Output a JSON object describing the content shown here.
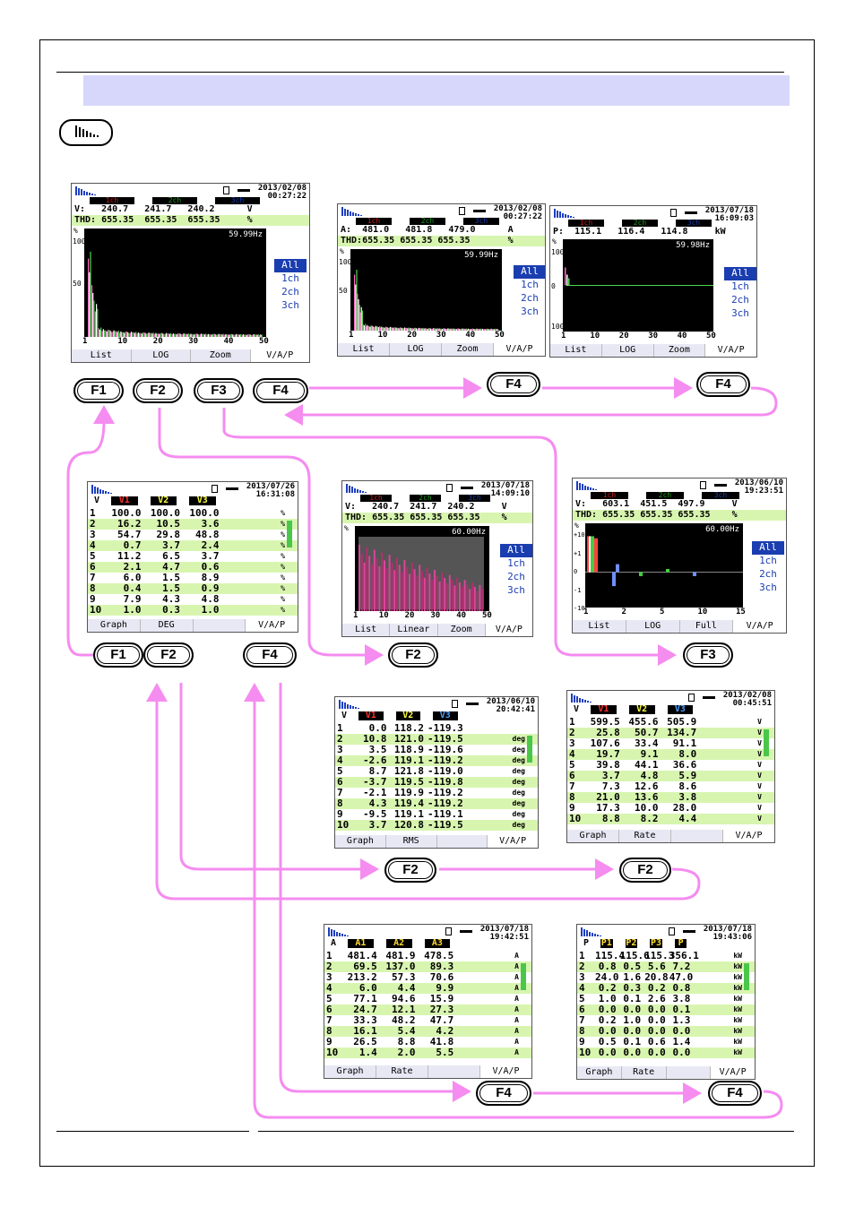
{
  "colors": {
    "arrow": "#f58cf0",
    "band": "#d7d7fb",
    "selected": "#1a3db0",
    "rowgreen": "#d8f5b0"
  },
  "icons": {
    "mode": "harmonics-icon",
    "logo": "harmonics-logo-icon",
    "battery": "battery-icon",
    "plug": "power-plug-icon"
  },
  "buttons": {
    "f1": "F1",
    "f2": "F2",
    "f3": "F3",
    "f4": "F4"
  },
  "selector": [
    "All",
    "1ch",
    "2ch",
    "3ch"
  ],
  "screens": {
    "graph_v": {
      "date": "2013/02/08",
      "time": "00:27:22",
      "channels": [
        "1ch",
        "2ch",
        "3ch"
      ],
      "row1": "V:   240.7   241.7   240.2      V",
      "row2": "THD: 655.35  655.35  655.35     %",
      "freq": "59.99Hz",
      "ymax": "100",
      "ymid": "50",
      "unit": "%",
      "xticks": [
        "1",
        "10",
        "20",
        "30",
        "40",
        "50"
      ],
      "fkeys": [
        "List",
        "LOG",
        "Zoom",
        "V/A/P"
      ]
    },
    "graph_a": {
      "date": "2013/02/08",
      "time": "00:27:22",
      "channels": [
        "1ch",
        "2ch",
        "3ch"
      ],
      "row1": "A:  481.0   481.8   479.0      A",
      "row2": "THD:655.35 655.35 655.35       %",
      "freq": "59.99Hz",
      "ymax": "100",
      "ymid": "50",
      "unit": "%",
      "xticks": [
        "1",
        "10",
        "20",
        "30",
        "40",
        "50"
      ],
      "fkeys": [
        "List",
        "LOG",
        "Zoom",
        "V/A/P"
      ]
    },
    "graph_p": {
      "date": "2013/07/18",
      "time": "16:09:03",
      "channels": [
        "1ch",
        "2ch",
        "3ch"
      ],
      "row1": "P:  115.1   116.4   114.8     kW",
      "freq": "59.98Hz",
      "ymax": "100",
      "ymid": "0",
      "ymin": "100",
      "unit": "%",
      "xticks": [
        "1",
        "10",
        "20",
        "30",
        "40",
        "50"
      ],
      "fkeys": [
        "List",
        "LOG",
        "Zoom",
        "V/A/P"
      ]
    },
    "list_v": {
      "date": "2013/07/26",
      "time": "16:31:08",
      "head": [
        "V",
        "V1",
        "V2",
        "V3"
      ],
      "rows": [
        [
          "1",
          "100.0",
          "100.0",
          "100.0",
          "%"
        ],
        [
          "2",
          "16.2",
          "10.5",
          "3.6",
          "%"
        ],
        [
          "3",
          "54.7",
          "29.8",
          "48.8",
          "%"
        ],
        [
          "4",
          "0.7",
          "3.7",
          "2.4",
          "%"
        ],
        [
          "5",
          "11.2",
          "6.5",
          "3.7",
          "%"
        ],
        [
          "6",
          "2.1",
          "4.7",
          "0.6",
          "%"
        ],
        [
          "7",
          "6.0",
          "1.5",
          "8.9",
          "%"
        ],
        [
          "8",
          "0.4",
          "1.5",
          "0.9",
          "%"
        ],
        [
          "9",
          "7.9",
          "4.3",
          "4.8",
          "%"
        ],
        [
          "10",
          "1.0",
          "0.3",
          "1.0",
          "%"
        ]
      ],
      "fkeys": [
        "Graph",
        "DEG",
        "",
        "V/A/P"
      ]
    },
    "log_v": {
      "date": "2013/07/18",
      "time": "14:09:10",
      "channels": [
        "1ch",
        "2ch",
        "3ch"
      ],
      "row1": "V:   240.7  241.7  240.2     V",
      "row2": "THD: 655.35 655.35 655.35    %",
      "freq": "60.00Hz",
      "unit": "%",
      "xticks": [
        "1",
        "10",
        "20",
        "30",
        "40",
        "50"
      ],
      "fkeys": [
        "List",
        "Linear",
        "Zoom",
        "V/A/P"
      ]
    },
    "zoom_v": {
      "date": "2013/06/10",
      "time": "19:23:51",
      "channels": [
        "1ch",
        "2ch",
        "3ch"
      ],
      "row1": "V:   603.1  451.5  497.9     V",
      "row2": "THD: 655.35 655.35 655.35    %",
      "freq": "60.00Hz",
      "unit": "%",
      "yticks": [
        "+10",
        "+1",
        "0",
        "-1",
        "-10"
      ],
      "xticks": [
        "1",
        "2",
        "5",
        "10",
        "15"
      ],
      "fkeys": [
        "List",
        "LOG",
        "Full",
        "V/A/P"
      ]
    },
    "deg_v": {
      "date": "2013/06/10",
      "time": "20:42:41",
      "head": [
        "V",
        "V1",
        "V2",
        "V3"
      ],
      "rows": [
        [
          "1",
          "0.0",
          "118.2",
          "-119.3",
          ""
        ],
        [
          "2",
          "10.8",
          "121.0",
          "-119.5",
          "deg"
        ],
        [
          "3",
          "3.5",
          "118.9",
          "-119.6",
          "deg"
        ],
        [
          "4",
          "-2.6",
          "119.1",
          "-119.2",
          "deg"
        ],
        [
          "5",
          "8.7",
          "121.8",
          "-119.0",
          "deg"
        ],
        [
          "6",
          "-3.7",
          "119.5",
          "-119.8",
          "deg"
        ],
        [
          "7",
          "-2.1",
          "119.9",
          "-119.2",
          "deg"
        ],
        [
          "8",
          "4.3",
          "119.4",
          "-119.2",
          "deg"
        ],
        [
          "9",
          "-9.5",
          "119.1",
          "-119.1",
          "deg"
        ],
        [
          "10",
          "3.7",
          "120.8",
          "-119.5",
          "deg"
        ]
      ],
      "fkeys": [
        "Graph",
        "RMS",
        "",
        "V/A/P"
      ]
    },
    "rms_v": {
      "date": "2013/02/08",
      "time": "00:45:51",
      "head": [
        "V",
        "V1",
        "V2",
        "V3"
      ],
      "rows": [
        [
          "1",
          "599.5",
          "455.6",
          "505.9",
          "V"
        ],
        [
          "2",
          "25.8",
          "50.7",
          "134.7",
          "V"
        ],
        [
          "3",
          "107.6",
          "33.4",
          "91.1",
          "V"
        ],
        [
          "4",
          "19.7",
          "9.1",
          "8.0",
          "V"
        ],
        [
          "5",
          "39.8",
          "44.1",
          "36.6",
          "V"
        ],
        [
          "6",
          "3.7",
          "4.8",
          "5.9",
          "V"
        ],
        [
          "7",
          "7.3",
          "12.6",
          "8.6",
          "V"
        ],
        [
          "8",
          "21.0",
          "13.6",
          "3.8",
          "V"
        ],
        [
          "9",
          "17.3",
          "10.0",
          "28.0",
          "V"
        ],
        [
          "10",
          "8.8",
          "8.2",
          "4.4",
          "V"
        ]
      ],
      "fkeys": [
        "Graph",
        "Rate",
        "",
        "V/A/P"
      ]
    },
    "list_a": {
      "date": "2013/07/18",
      "time": "19:42:51",
      "head": [
        "A",
        "A1",
        "A2",
        "A3"
      ],
      "rows": [
        [
          "1",
          "481.4",
          "481.9",
          "478.5",
          "A"
        ],
        [
          "2",
          "69.5",
          "137.0",
          "89.3",
          "A"
        ],
        [
          "3",
          "213.2",
          "57.3",
          "70.6",
          "A"
        ],
        [
          "4",
          "6.0",
          "4.4",
          "9.9",
          "A"
        ],
        [
          "5",
          "77.1",
          "94.6",
          "15.9",
          "A"
        ],
        [
          "6",
          "24.7",
          "12.1",
          "27.3",
          "A"
        ],
        [
          "7",
          "33.3",
          "48.2",
          "47.7",
          "A"
        ],
        [
          "8",
          "16.1",
          "5.4",
          "4.2",
          "A"
        ],
        [
          "9",
          "26.5",
          "8.8",
          "41.8",
          "A"
        ],
        [
          "10",
          "1.4",
          "2.0",
          "5.5",
          "A"
        ]
      ],
      "fkeys": [
        "Graph",
        "Rate",
        "",
        "V/A/P"
      ]
    },
    "list_p": {
      "date": "2013/07/18",
      "time": "19:43:06",
      "head": [
        "P",
        "P1",
        "P2",
        "P3",
        "P"
      ],
      "rows": [
        [
          "1",
          "115.4",
          "115.6",
          "115.3",
          "356.1",
          "kW"
        ],
        [
          "2",
          "0.8",
          "0.5",
          "5.6",
          "7.2",
          "kW"
        ],
        [
          "3",
          "24.0",
          "1.6",
          "20.8",
          "47.0",
          "kW"
        ],
        [
          "4",
          "0.2",
          "0.3",
          "0.2",
          "0.8",
          "kW"
        ],
        [
          "5",
          "1.0",
          "0.1",
          "2.6",
          "3.8",
          "kW"
        ],
        [
          "6",
          "0.0",
          "0.0",
          "0.0",
          "0.1",
          "kW"
        ],
        [
          "7",
          "0.2",
          "1.0",
          "0.0",
          "1.3",
          "kW"
        ],
        [
          "8",
          "0.0",
          "0.0",
          "0.0",
          "0.0",
          "kW"
        ],
        [
          "9",
          "0.5",
          "0.1",
          "0.6",
          "1.4",
          "kW"
        ],
        [
          "10",
          "0.0",
          "0.0",
          "0.0",
          "0.0",
          "kW"
        ]
      ],
      "fkeys": [
        "Graph",
        "Rate",
        "",
        "V/A/P"
      ]
    }
  }
}
